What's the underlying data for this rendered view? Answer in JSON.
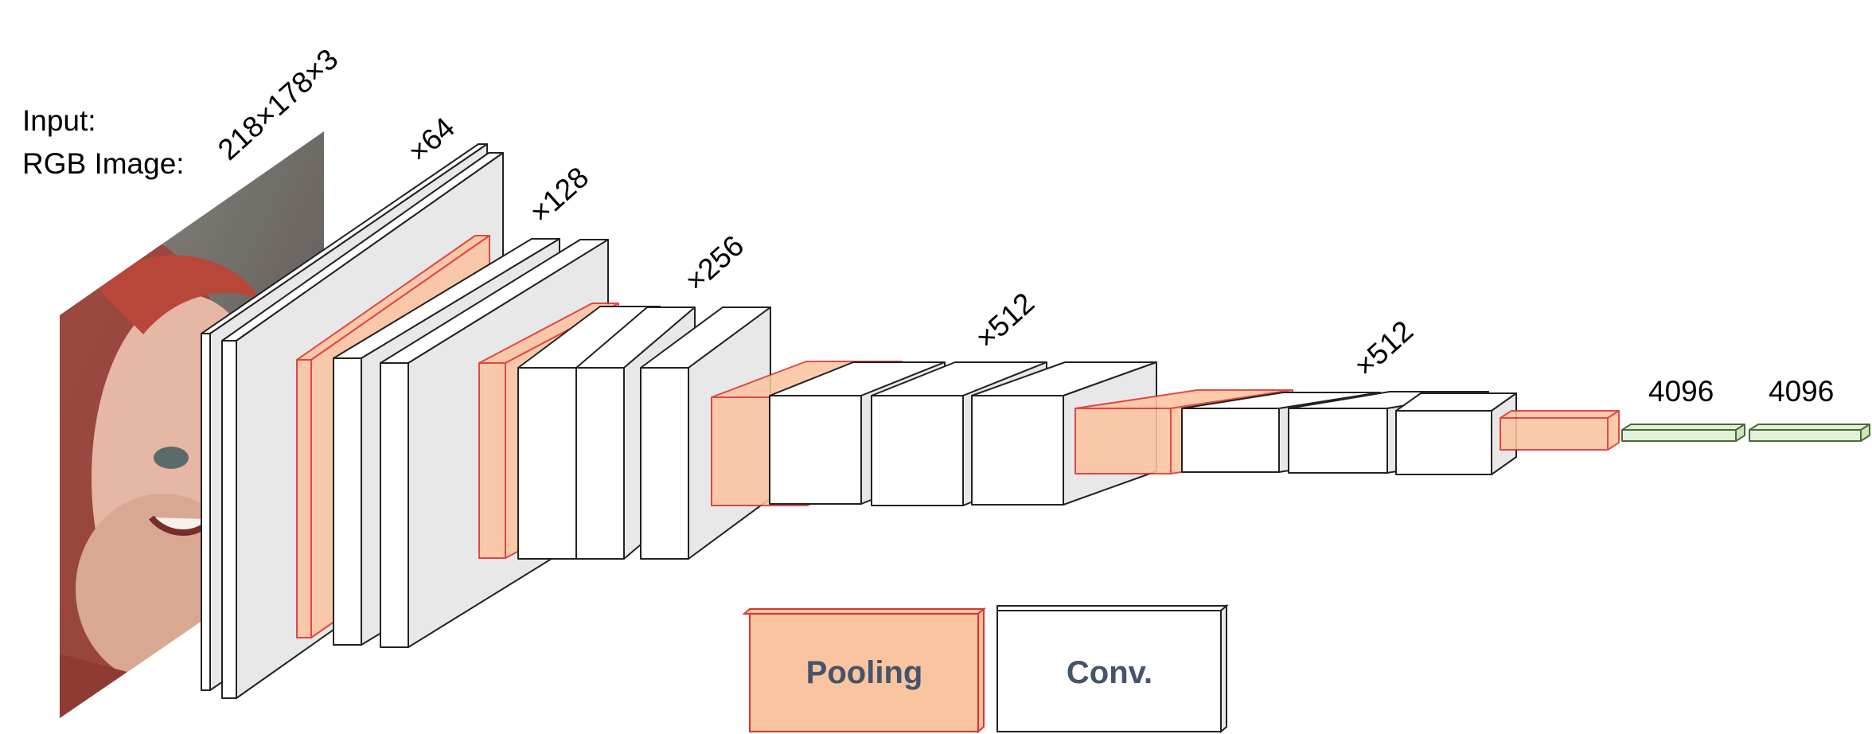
{
  "input_label": {
    "line1": "Input:",
    "line2": "RGB Image:"
  },
  "input_size": "218×178×3",
  "channel_labels": [
    "×64",
    "×128",
    "×256",
    "×512",
    "×512"
  ],
  "fc_labels": [
    "4096",
    "4096"
  ],
  "legend": {
    "pooling": "Pooling",
    "conv": "Conv."
  },
  "colors": {
    "pool_fill": "#fbc4a0",
    "pool_stroke": "#e03030",
    "conv_face": "#ffffff",
    "conv_side": "#e8e8e8",
    "fc_fill": "#e2f0d9",
    "fc_stroke": "#4a6a3a",
    "legend_text": "#44546a"
  },
  "layer_types": [
    "conv",
    "conv",
    "pool",
    "conv",
    "conv",
    "pool",
    "conv",
    "conv",
    "conv",
    "pool",
    "conv",
    "conv",
    "conv",
    "pool",
    "conv",
    "conv",
    "conv",
    "pool",
    "fc",
    "fc"
  ]
}
